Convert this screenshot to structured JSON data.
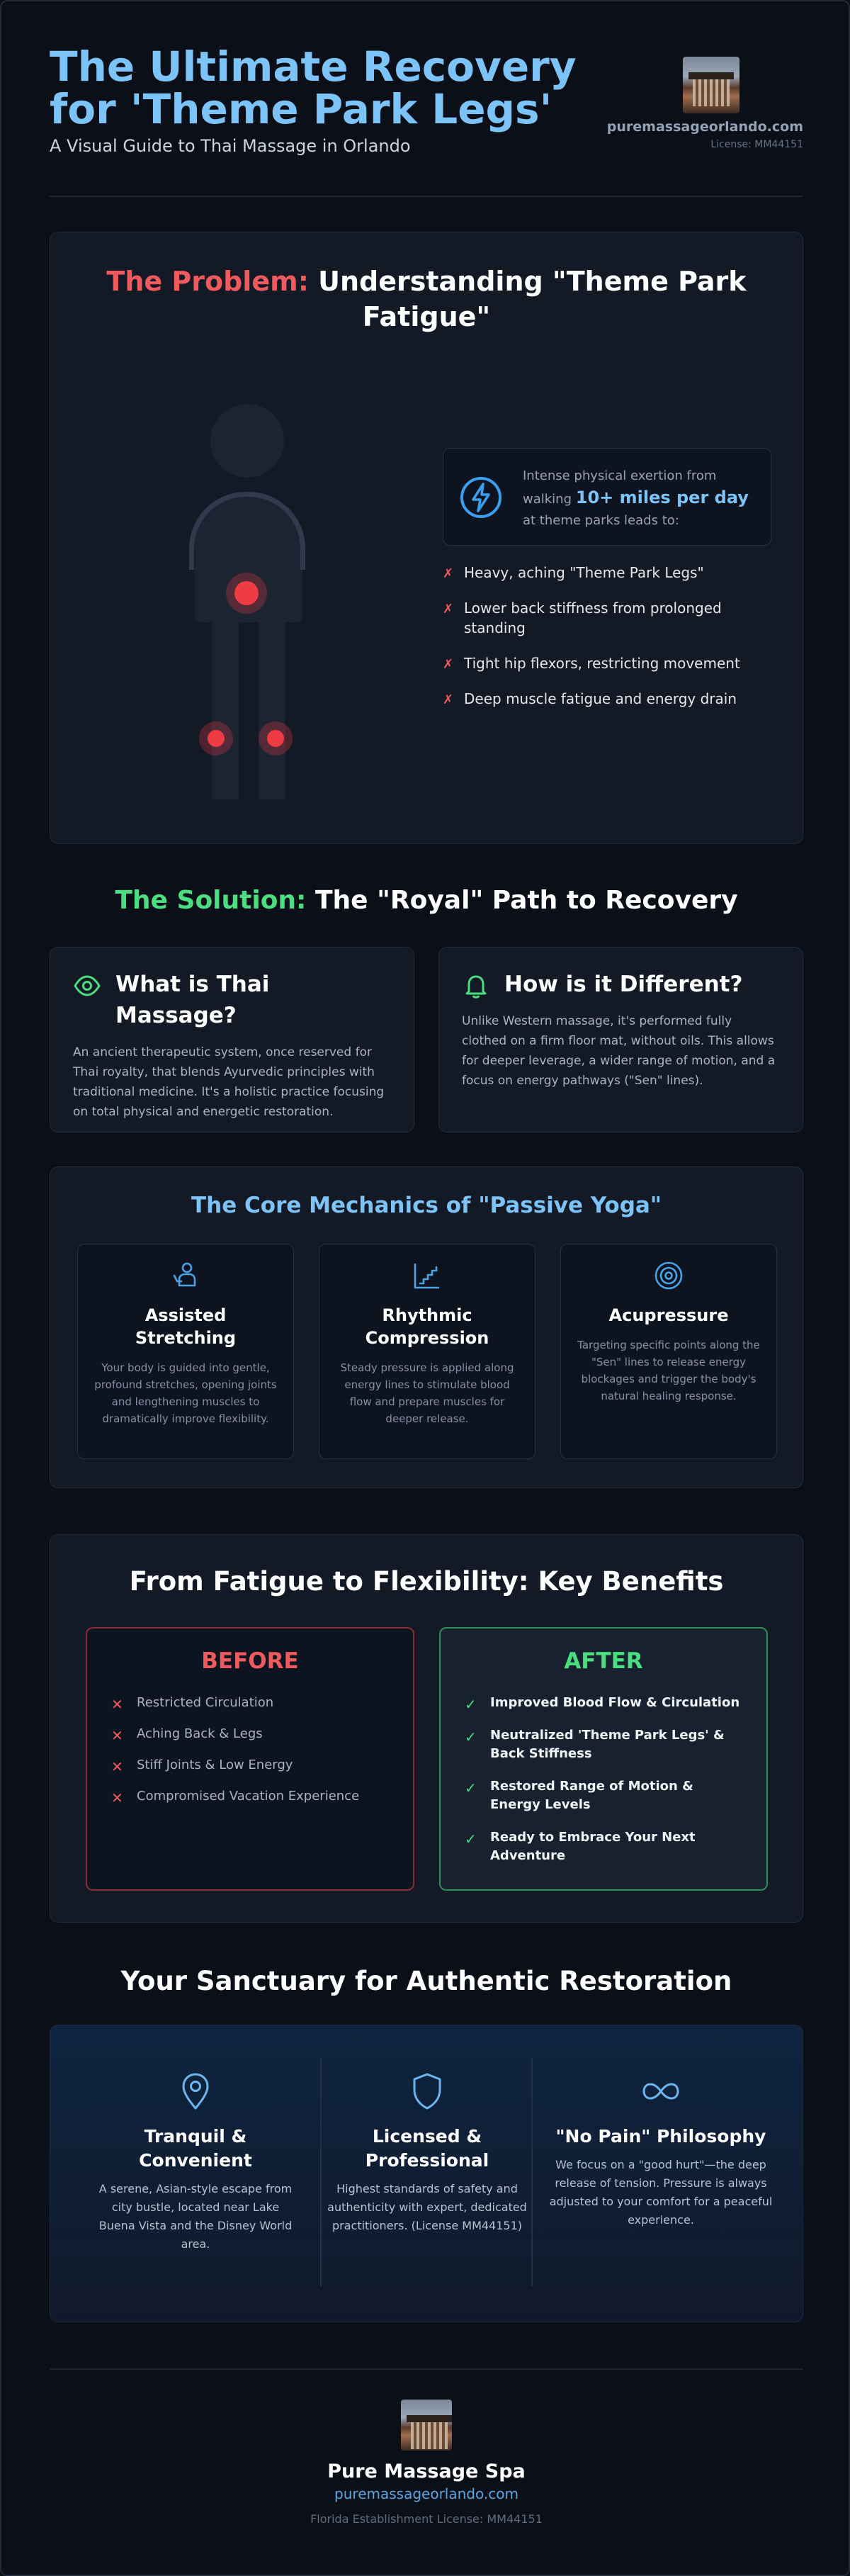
{
  "header": {
    "title": "The Ultimate Recovery for 'Theme Park Legs'",
    "subtitle": "A Visual Guide to Thai Massage in Orlando",
    "brand_domain": "puremassageorlando.com",
    "brand_license": "License: MM44151",
    "logo_icon": "spa-building-photo"
  },
  "problem": {
    "title_accent": "The Problem:",
    "title_rest": "Understanding \"Theme Park Fatigue\"",
    "stat_prefix": "Intense physical exertion from walking",
    "stat_highlight": "10+ miles per day",
    "stat_suffix": "at theme parks leads to:",
    "stat_icon": "lightning-bolt-icon",
    "symptoms": [
      "Heavy, aching \"Theme Park Legs\"",
      "Lower back stiffness from prolonged standing",
      "Tight hip flexors, restricting movement",
      "Deep muscle fatigue and energy drain"
    ],
    "symptom_marker": "✗"
  },
  "solution": {
    "title_accent": "The Solution:",
    "title_rest": "The \"Royal\" Path to Recovery",
    "cards": [
      {
        "title": "What is Thai Massage?",
        "icon": "eye-icon",
        "text": "An ancient therapeutic system, once reserved for Thai royalty, that blends Ayurvedic principles with traditional medicine. It's a holistic practice focusing on total physical and energetic restoration."
      },
      {
        "title": "How is it Different?",
        "icon": "bell-icon",
        "text": "Unlike Western massage, it's performed fully clothed on a firm floor mat, without oils. This allows for deeper leverage, a wider range of motion, and a focus on energy pathways (\"Sen\" lines)."
      }
    ]
  },
  "mechanics": {
    "title": "The Core Mechanics of \"Passive Yoga\"",
    "items": [
      {
        "title": "Assisted Stretching",
        "icon": "assisted-person-icon",
        "text": "Your body is guided into gentle, profound stretches, opening joints and lengthening muscles to dramatically improve flexibility."
      },
      {
        "title": "Rhythmic Compression",
        "icon": "stairs-chart-icon",
        "text": "Steady pressure is applied along energy lines to stimulate blood flow and prepare muscles for deeper release."
      },
      {
        "title": "Acupressure",
        "icon": "target-icon",
        "text": "Targeting specific points along the \"Sen\" lines to release energy blockages and trigger the body's natural healing response."
      }
    ]
  },
  "benefits": {
    "title": "From Fatigue to Flexibility: Key Benefits",
    "before_label": "BEFORE",
    "after_label": "AFTER",
    "before": [
      "Restricted Circulation",
      "Aching Back & Legs",
      "Stiff Joints & Low Energy",
      "Compromised Vacation Experience"
    ],
    "after": [
      "Improved Blood Flow & Circulation",
      "Neutralized 'Theme Park Legs' & Back Stiffness",
      "Restored Range of Motion & Energy Levels",
      "Ready to Embrace Your Next Adventure"
    ],
    "before_marker": "✕",
    "after_marker": "✓"
  },
  "sanctuary": {
    "title": "Your Sanctuary for Authentic Restoration",
    "items": [
      {
        "title": "Tranquil & Convenient",
        "icon": "location-pin-icon",
        "text": "A serene, Asian-style escape from city bustle, located near Lake Buena Vista and the Disney World area."
      },
      {
        "title": "Licensed & Professional",
        "icon": "shield-icon",
        "text": "Highest standards of safety and authenticity with expert, dedicated practitioners. (License MM44151)"
      },
      {
        "title": "\"No Pain\" Philosophy",
        "icon": "infinity-icon",
        "text": "We focus on a \"good hurt\"—the deep release of tension. Pressure is always adjusted to your comfort for a peaceful experience."
      }
    ]
  },
  "footer": {
    "name": "Pure Massage Spa",
    "domain": "puremassageorlando.com",
    "license": "Florida Establishment License: MM44151"
  },
  "colors": {
    "accent_blue": "#7cc4f8",
    "accent_red": "#ef5a5f",
    "accent_green": "#4ade80",
    "background": "#0b0f17"
  }
}
